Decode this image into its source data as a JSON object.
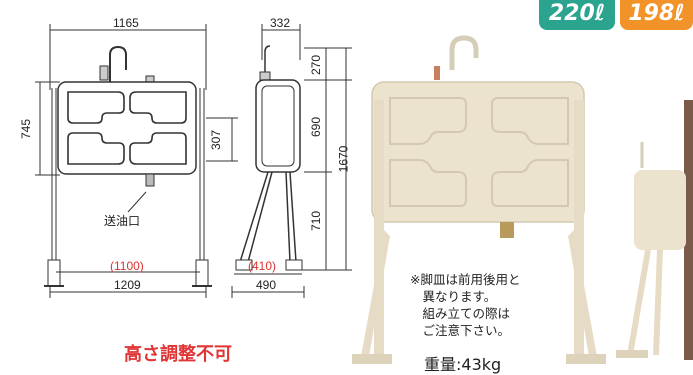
{
  "badges": {
    "capacity_a": "220ℓ",
    "capacity_b": "198ℓ"
  },
  "front_view": {
    "width_top": "1165",
    "height_tank": "745",
    "bracket_height": "307",
    "outlet_label": "送油口",
    "leg_span_inner": "(1100)",
    "leg_span_outer": "1209"
  },
  "side_view": {
    "depth_top": "332",
    "dim_270": "270",
    "dim_690": "690",
    "dim_710": "710",
    "total_height": "1670",
    "leg_inner": "(410)",
    "leg_outer": "490"
  },
  "notice": "高さ調整不可",
  "note_lines": [
    "※脚皿は前用後用と",
    "　異なります。",
    "　組み立ての際は",
    "　ご注意下さい。"
  ],
  "weight": "重量:43kg",
  "colors": {
    "teal": "#2aa38f",
    "orange": "#f2932a",
    "red": "#e03535",
    "tank": "#ece3cf"
  }
}
